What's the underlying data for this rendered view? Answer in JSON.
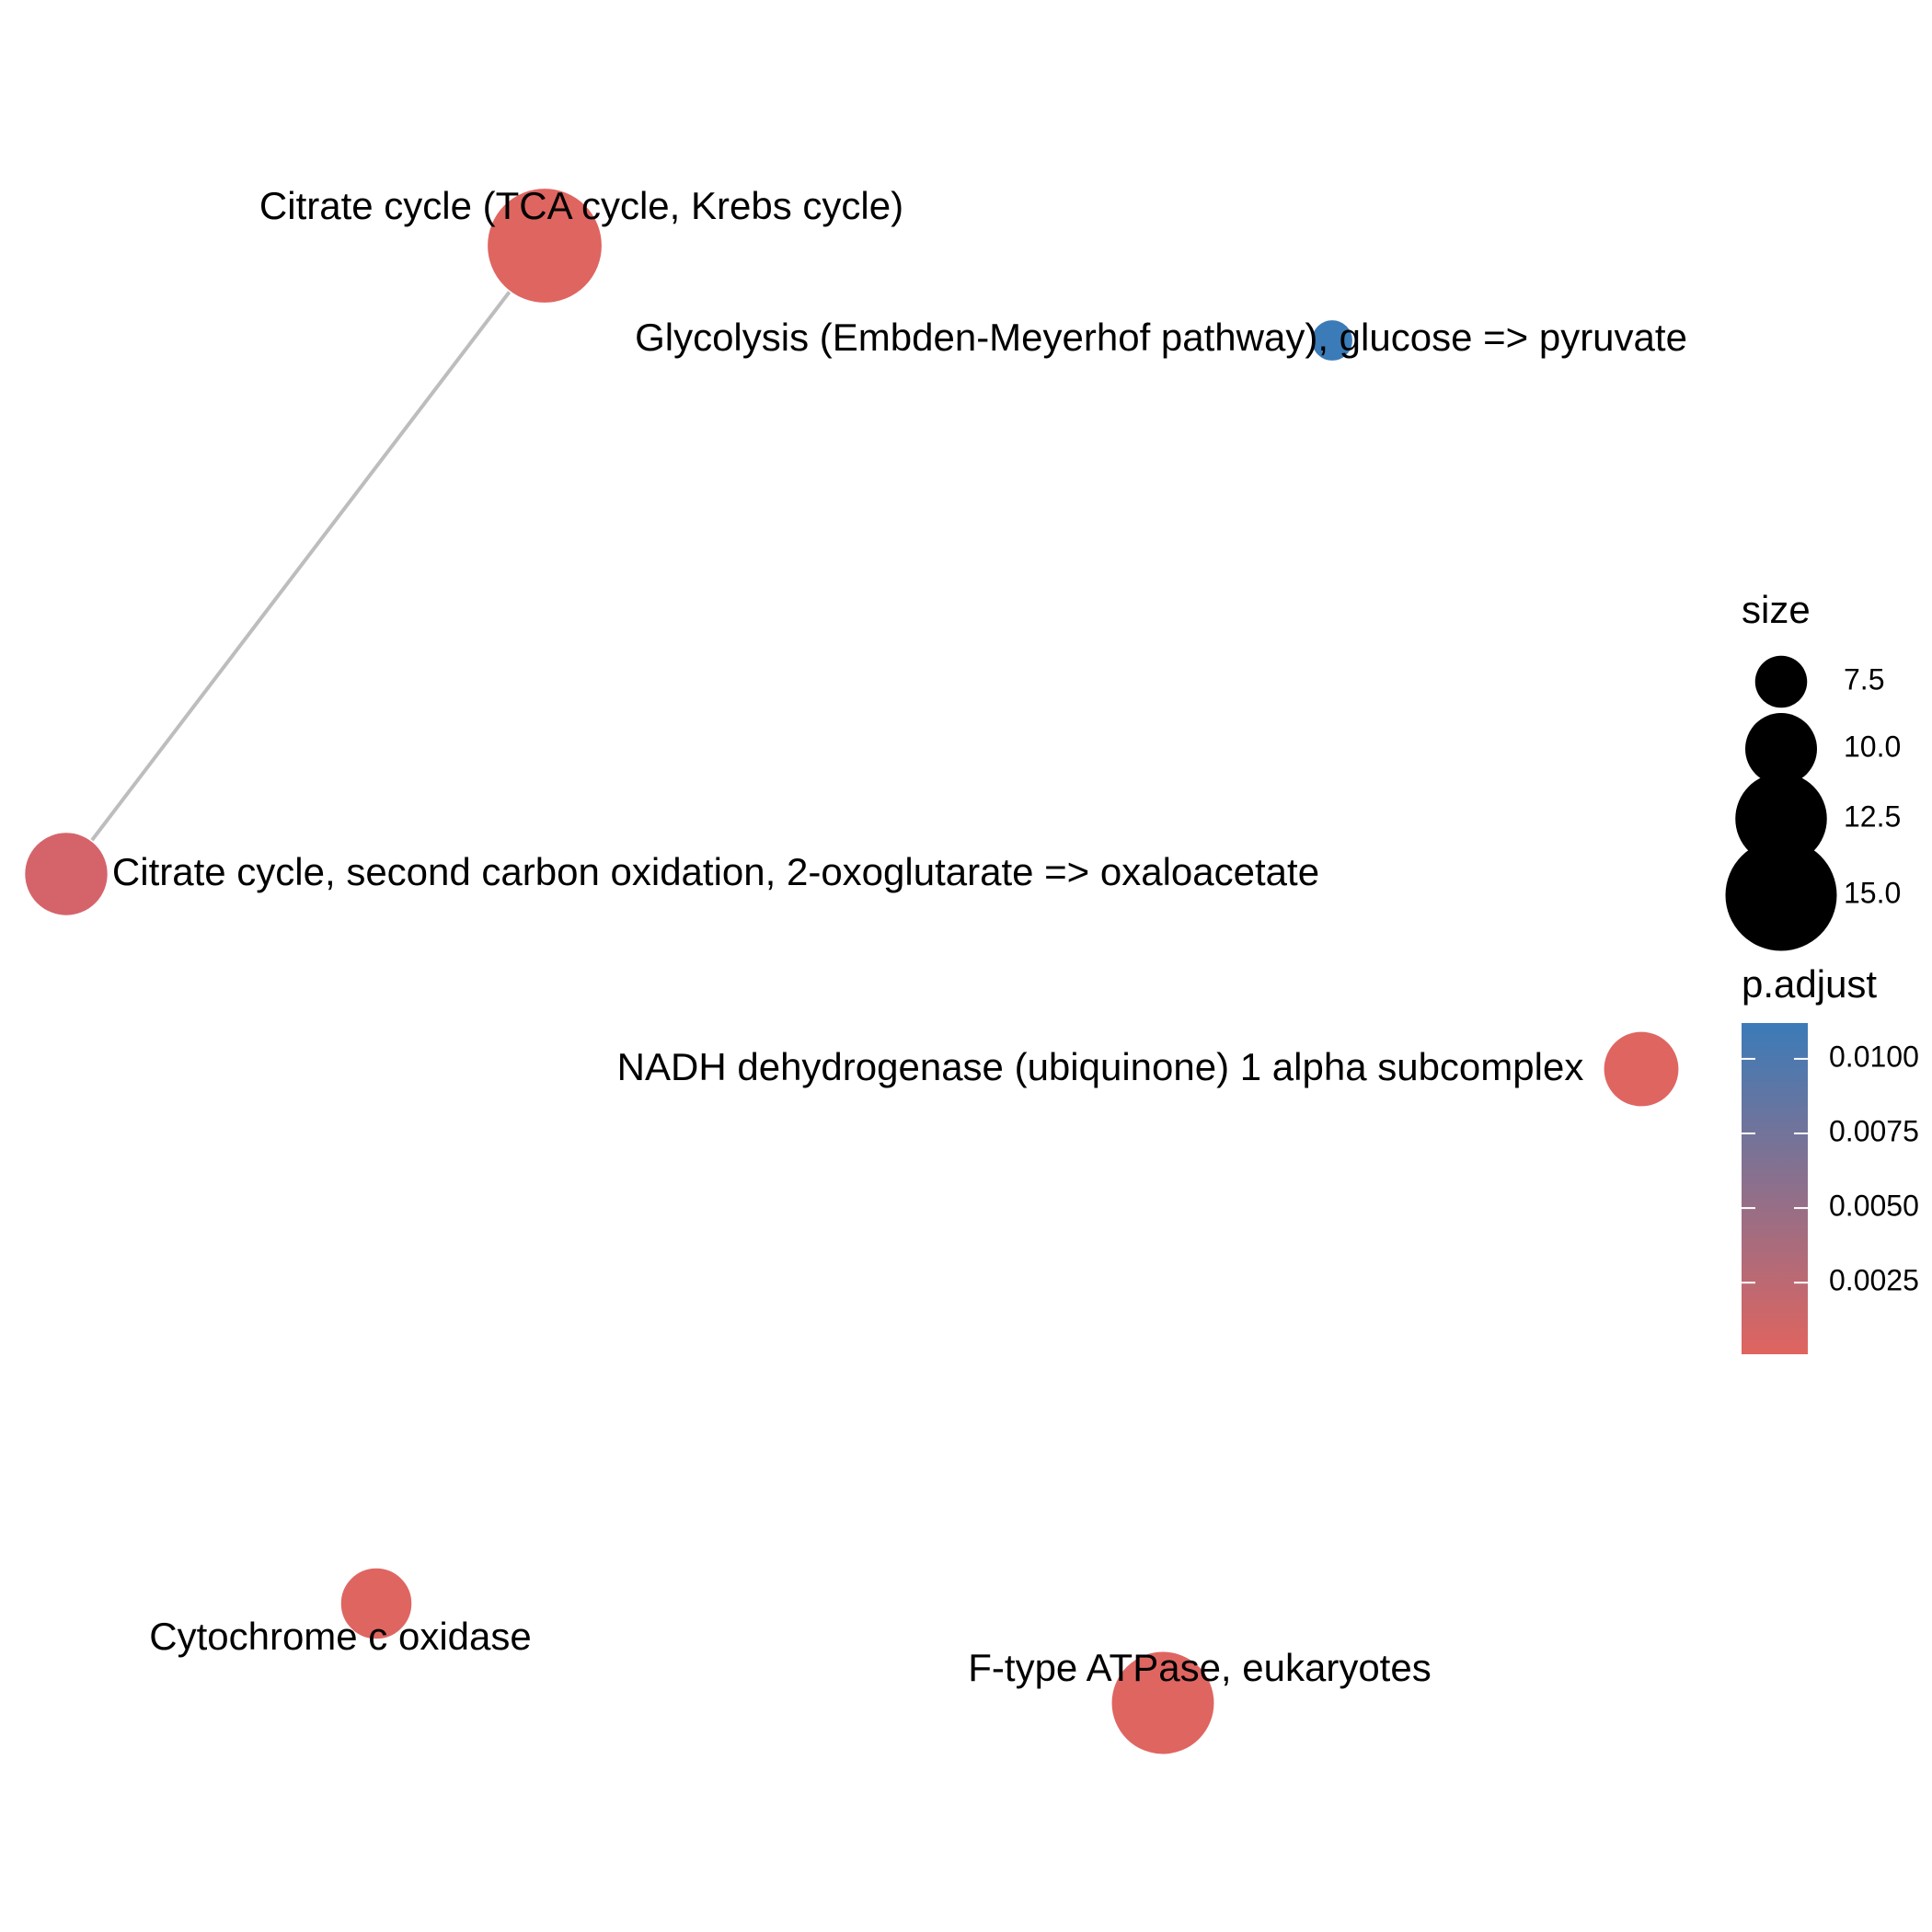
{
  "network": {
    "nodes": [
      {
        "id": "tca",
        "label": "Citrate cycle (TCA cycle, Krebs cycle)",
        "size": 15.5,
        "p_adjust": 0.0002,
        "color": "#df6561"
      },
      {
        "id": "glycolysis",
        "label": "Glycolysis (Embden-Meyerhof pathway), glucose => pyruvate",
        "size": 6.2,
        "p_adjust": 0.0108,
        "color": "#3b7bb8"
      },
      {
        "id": "tca2",
        "label": "Citrate cycle, second carbon oxidation, 2-oxoglutarate => oxaloacetate",
        "size": 11.5,
        "p_adjust": 0.0015,
        "color": "#d5646a"
      },
      {
        "id": "nadh",
        "label": "NADH dehydrogenase (ubiquinone) 1 alpha subcomplex",
        "size": 10.5,
        "p_adjust": 0.0001,
        "color": "#df6561"
      },
      {
        "id": "cox",
        "label": "Cytochrome c oxidase",
        "size": 10.0,
        "p_adjust": 0.0001,
        "color": "#df6561"
      },
      {
        "id": "atpase",
        "label": "F-type ATPase, eukaryotes",
        "size": 14.0,
        "p_adjust": 0.0001,
        "color": "#df6561"
      }
    ],
    "edges": [
      {
        "source": "tca",
        "target": "tca2"
      }
    ]
  },
  "legend": {
    "size_title": "size",
    "size_entries": [
      {
        "label": "7.5",
        "value": 7.5
      },
      {
        "label": "10.0",
        "value": 10.0
      },
      {
        "label": "12.5",
        "value": 12.5
      },
      {
        "label": "15.0",
        "value": 15.0
      }
    ],
    "color_title": "p.adjust",
    "color_ticks": [
      {
        "label": "0.0100",
        "value": 0.01
      },
      {
        "label": "0.0075",
        "value": 0.0075
      },
      {
        "label": "0.0050",
        "value": 0.005
      },
      {
        "label": "0.0025",
        "value": 0.0025
      }
    ],
    "color_low": "#e0645f",
    "color_high": "#3b7bb8"
  },
  "colors": {
    "edge": "#bdbdbd",
    "node_stroke": "#ffffff"
  }
}
